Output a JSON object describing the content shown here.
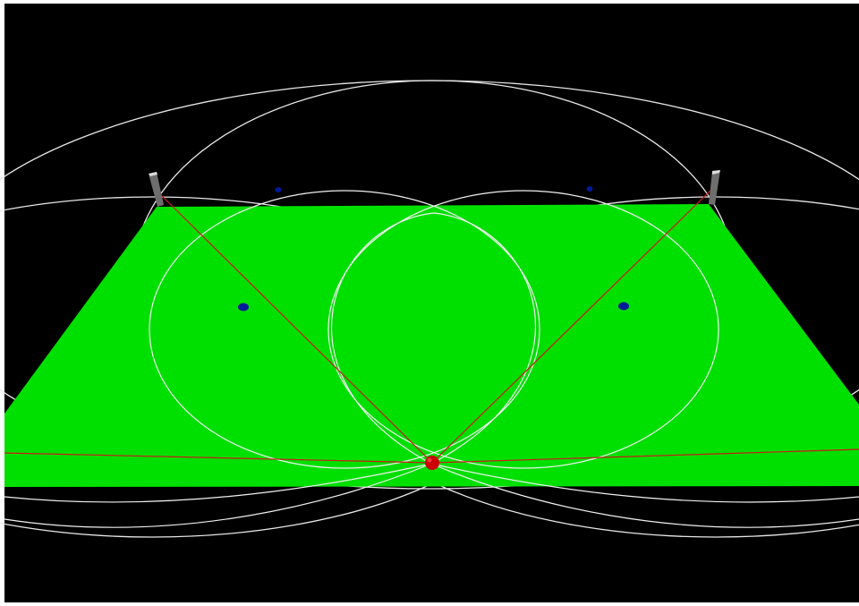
{
  "scene": {
    "description_type": "3d-render",
    "colors": {
      "background": "#000000",
      "frame": "#ffffff",
      "field": "#00e000",
      "circle": "#ffffff",
      "ray": "#cc1a1a",
      "ball": "#cc0000",
      "marker": "#001a99",
      "post": "#7a7a7a"
    },
    "objects": [
      "field",
      "left-post",
      "right-post",
      "ball",
      "marker",
      "marker",
      "marker",
      "marker"
    ]
  }
}
